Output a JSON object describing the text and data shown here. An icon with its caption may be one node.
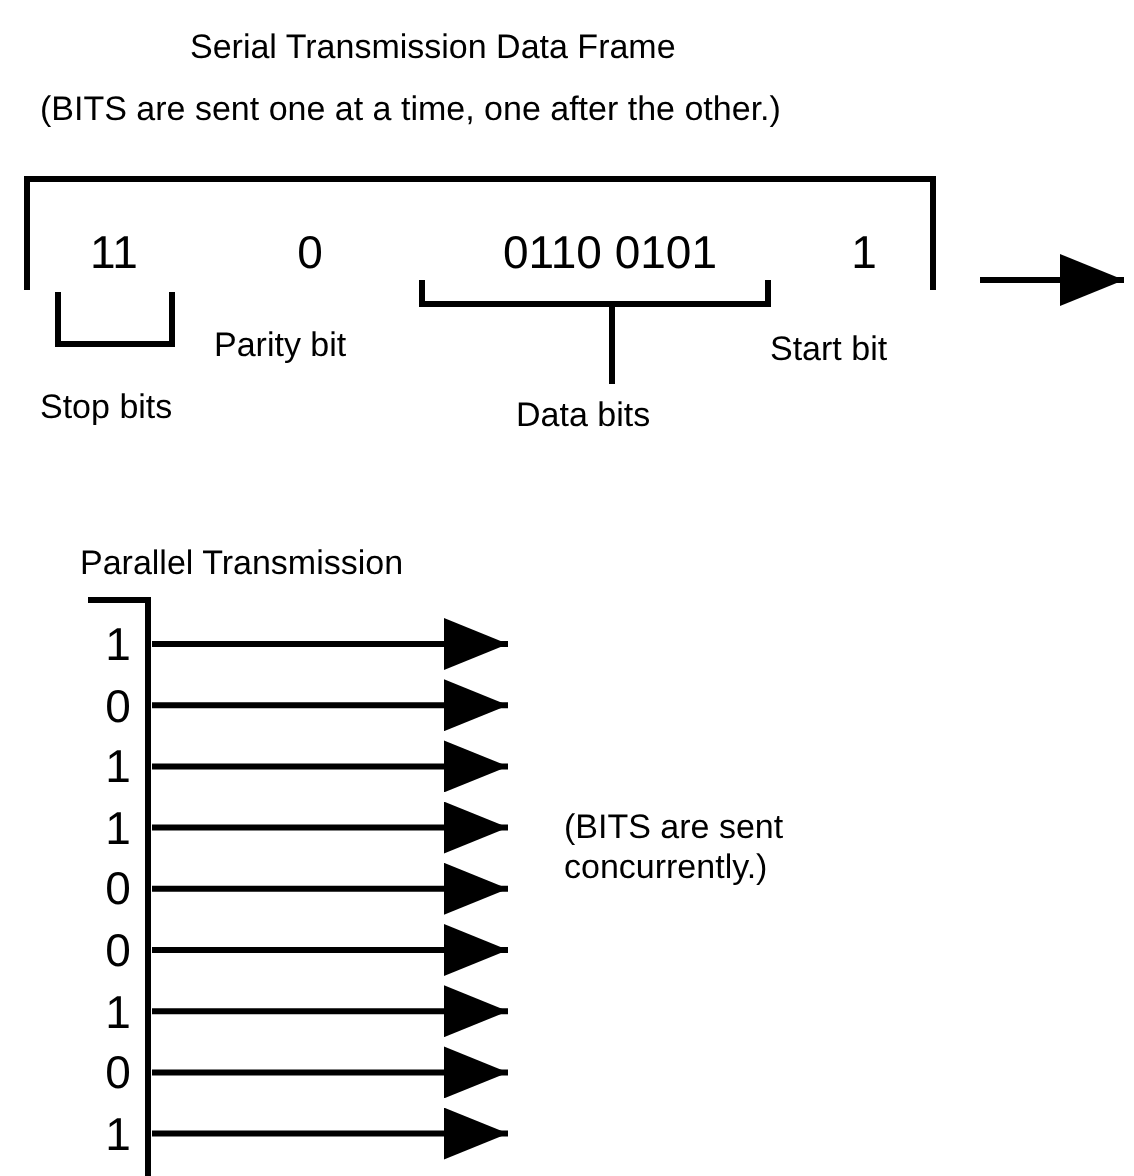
{
  "diagram": {
    "nodes": [
      {
        "text": [
          "11",
          "0",
          "0110 0101",
          "1"
        ]
      },
      {
        "text": [
          "1"
        ]
      },
      {
        "text": [
          "0"
        ]
      },
      {
        "text": [
          "1"
        ]
      },
      {
        "text": [
          "1"
        ]
      },
      {
        "text": [
          "0"
        ]
      },
      {
        "text": [
          "0"
        ]
      },
      {
        "text": [
          "1"
        ]
      },
      {
        "text": [
          "0"
        ]
      },
      {
        "text": [
          "1"
        ]
      }
    ],
    "edges": [
      {
        "from": 1,
        "to": null,
        "arrow": "to"
      },
      {
        "from": 2,
        "to": null,
        "arrow": "to"
      },
      {
        "from": 3,
        "to": null,
        "arrow": "to"
      },
      {
        "from": 4,
        "to": null,
        "arrow": "to"
      },
      {
        "from": 5,
        "to": null,
        "arrow": "to"
      },
      {
        "from": 6,
        "to": null,
        "arrow": "to"
      },
      {
        "from": 7,
        "to": null,
        "arrow": "to"
      },
      {
        "from": 8,
        "to": null,
        "arrow": "to"
      },
      {
        "from": 9,
        "to": null,
        "arrow": "to"
      }
    ],
    "labels": [
      "Serial Transmission Data Frame",
      "(BITS are sent one at a time, one after the other.)",
      "Parity bit",
      "Start bit",
      "Stop bits",
      "Data bits",
      "Parallel Transmission",
      "(BITS are sent concurrently.)"
    ]
  }
}
